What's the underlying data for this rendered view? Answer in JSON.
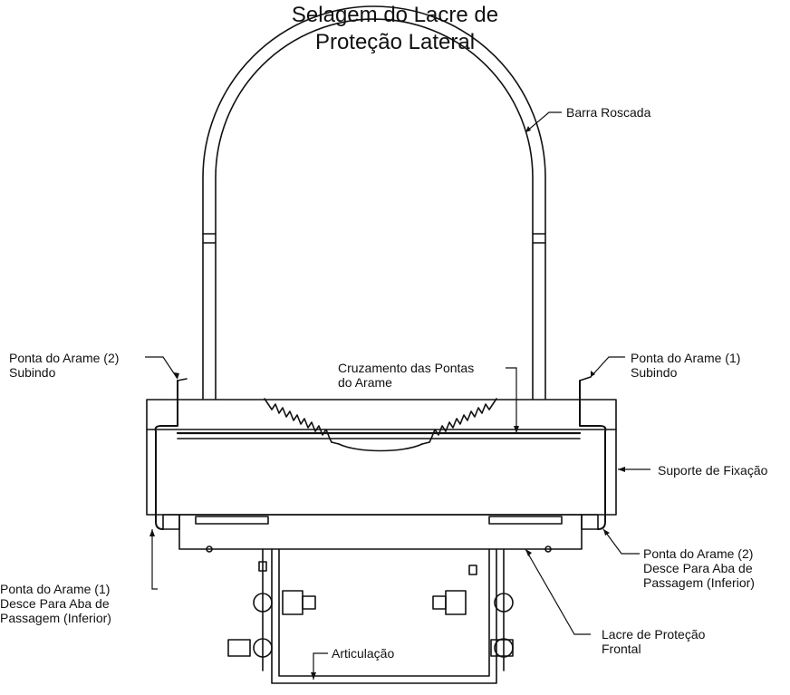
{
  "title": {
    "line1": "Selagem do Lacre de",
    "line2": "Proteção Lateral"
  },
  "labels": {
    "barra_roscada": "Barra Roscada",
    "ponta_2_subindo": [
      "Ponta do Arame (2)",
      "Subindo"
    ],
    "ponta_1_subindo": [
      "Ponta do Arame (1)",
      "Subindo"
    ],
    "cruzamento": [
      "Cruzamento das Pontas",
      "do Arame"
    ],
    "suporte": "Suporte de Fixação",
    "ponta_2_desce": [
      "Ponta do Arame (2)",
      "Desce Para Aba de",
      "Passagem (Inferior)"
    ],
    "ponta_1_desce": [
      "Ponta do Arame (1)",
      "Desce Para Aba de",
      "Passagem (Inferior)"
    ],
    "lacre_frontal": [
      "Lacre de Proteção",
      "Frontal"
    ],
    "articulacao": "Articulação"
  }
}
